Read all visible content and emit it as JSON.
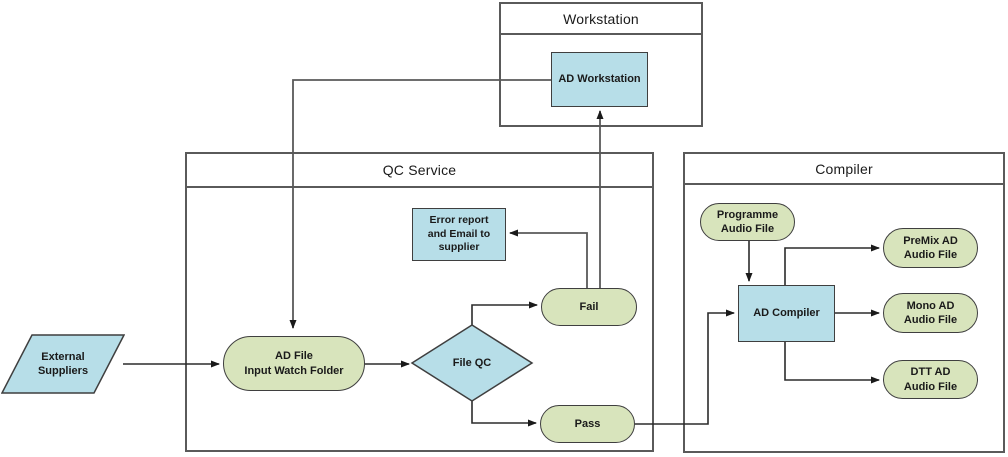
{
  "colors": {
    "node_green": "#d8e4bc",
    "node_blue": "#b7dee8",
    "node_border": "#3f3f3f",
    "container_border": "#5a5a5a",
    "connector": "#2b2b2b",
    "connector_gray": "#595959",
    "text": "#1a1a1a",
    "background": "#ffffff"
  },
  "containers": {
    "workstation": {
      "title": "Workstation"
    },
    "qc_service": {
      "title": "QC Service"
    },
    "compiler": {
      "title": "Compiler"
    }
  },
  "nodes": {
    "external_suppliers": {
      "label": "External\nSuppliers"
    },
    "ad_file_watch_folder": {
      "label": "AD File\nInput Watch Folder"
    },
    "file_qc": {
      "label": "File QC"
    },
    "fail": {
      "label": "Fail"
    },
    "pass": {
      "label": "Pass"
    },
    "error_report": {
      "label": "Error report\nand Email to\nsupplier"
    },
    "ad_workstation": {
      "label": "AD Workstation"
    },
    "programme_audio_file": {
      "label": "Programme\nAudio File"
    },
    "ad_compiler": {
      "label": "AD Compiler"
    },
    "premix_ad_audio_file": {
      "label": "PreMix AD\nAudio File"
    },
    "mono_ad_audio_file": {
      "label": "Mono AD\nAudio File"
    },
    "dtt_ad_audio_file": {
      "label": "DTT AD\nAudio File"
    }
  }
}
